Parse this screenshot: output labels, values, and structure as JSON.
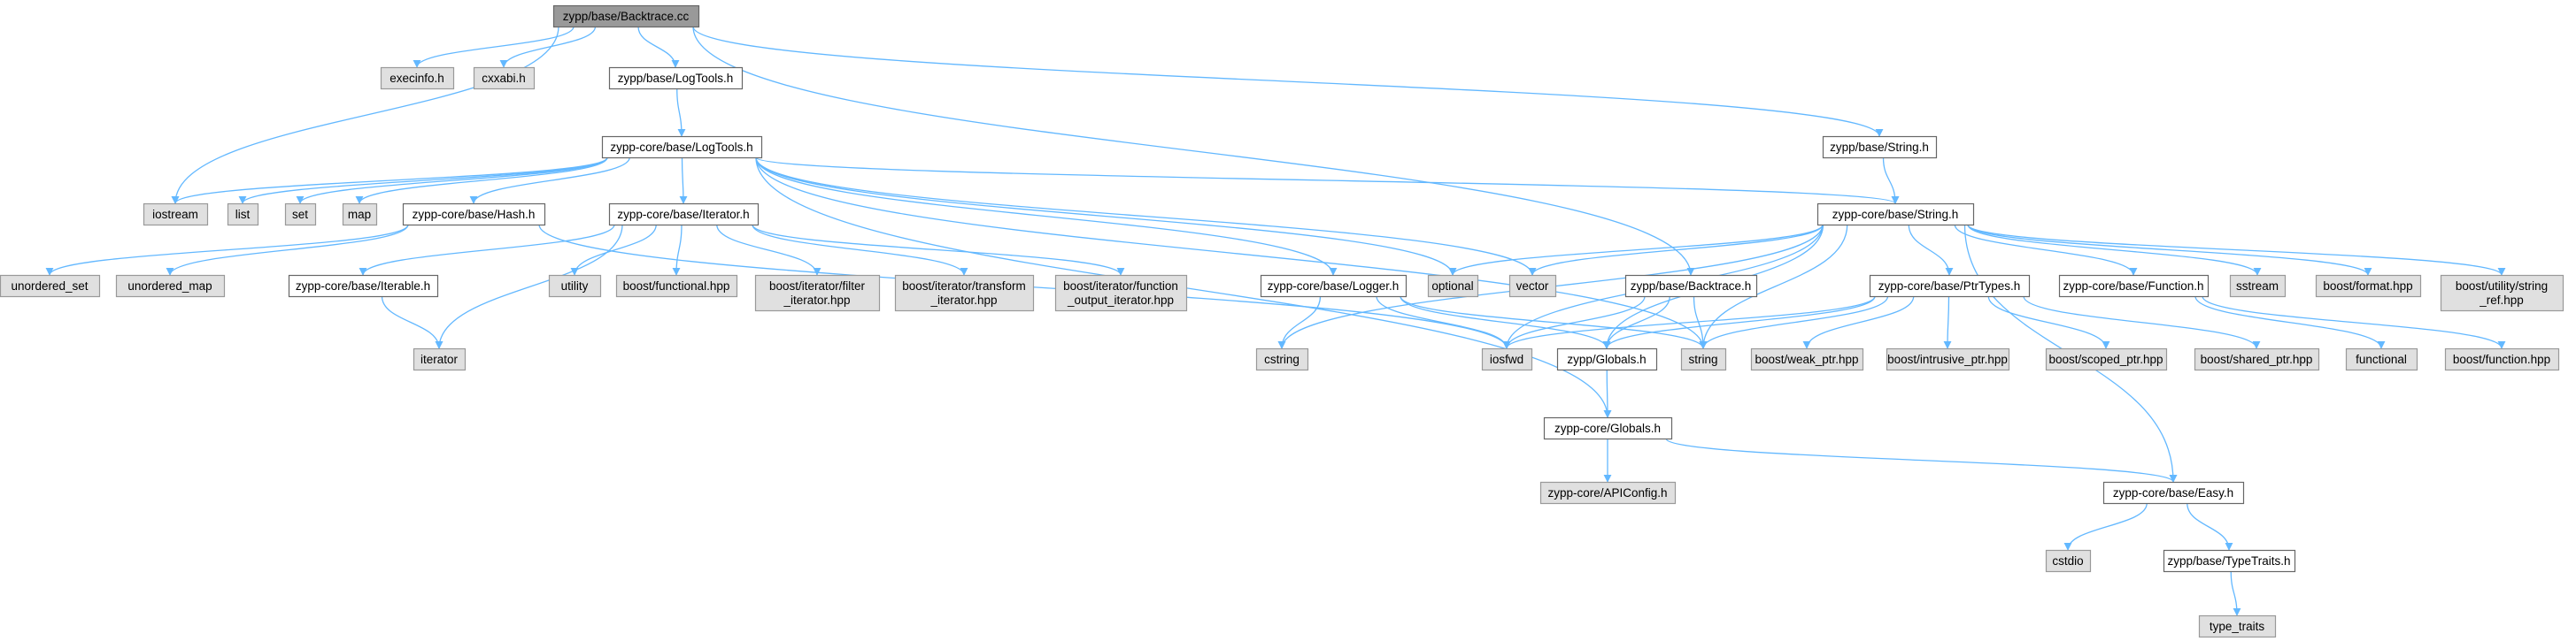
{
  "diagram": {
    "colors": {
      "edge": "#63b8ff",
      "external_fill": "#e0e0e0",
      "internal_fill": "#ffffff",
      "root_fill": "#999999",
      "border": "#999999"
    },
    "nodes": [
      {
        "id": "backtrace_cc",
        "label": [
          "zypp/base/Backtrace.cc"
        ],
        "kind": "root"
      },
      {
        "id": "execinfo",
        "label": [
          "execinfo.h"
        ],
        "kind": "external"
      },
      {
        "id": "cxxabi",
        "label": [
          "cxxabi.h"
        ],
        "kind": "external"
      },
      {
        "id": "logtools",
        "label": [
          "zypp/base/LogTools.h"
        ],
        "kind": "internal"
      },
      {
        "id": "core_logtools",
        "label": [
          "zypp-core/base/LogTools.h"
        ],
        "kind": "internal"
      },
      {
        "id": "string_h",
        "label": [
          "zypp/base/String.h"
        ],
        "kind": "internal"
      },
      {
        "id": "core_string",
        "label": [
          "zypp-core/base/String.h"
        ],
        "kind": "internal"
      },
      {
        "id": "iostream",
        "label": [
          "iostream"
        ],
        "kind": "external"
      },
      {
        "id": "list",
        "label": [
          "list"
        ],
        "kind": "external"
      },
      {
        "id": "set",
        "label": [
          "set"
        ],
        "kind": "external"
      },
      {
        "id": "map",
        "label": [
          "map"
        ],
        "kind": "external"
      },
      {
        "id": "core_hash",
        "label": [
          "zypp-core/base/Hash.h"
        ],
        "kind": "internal"
      },
      {
        "id": "core_iterator",
        "label": [
          "zypp-core/base/Iterator.h"
        ],
        "kind": "internal"
      },
      {
        "id": "unordered_set",
        "label": [
          "unordered_set"
        ],
        "kind": "external"
      },
      {
        "id": "unordered_map",
        "label": [
          "unordered_map"
        ],
        "kind": "external"
      },
      {
        "id": "core_iterable",
        "label": [
          "zypp-core/base/Iterable.h"
        ],
        "kind": "internal"
      },
      {
        "id": "utility",
        "label": [
          "utility"
        ],
        "kind": "external"
      },
      {
        "id": "boost_functional",
        "label": [
          "boost/functional.hpp"
        ],
        "kind": "external"
      },
      {
        "id": "boost_filter",
        "label": [
          "boost/iterator/filter",
          "_iterator.hpp"
        ],
        "kind": "external"
      },
      {
        "id": "boost_transform",
        "label": [
          "boost/iterator/transform",
          "_iterator.hpp"
        ],
        "kind": "external"
      },
      {
        "id": "boost_function_output",
        "label": [
          "boost/iterator/function",
          "_output_iterator.hpp"
        ],
        "kind": "external"
      },
      {
        "id": "core_logger",
        "label": [
          "zypp-core/base/Logger.h"
        ],
        "kind": "internal"
      },
      {
        "id": "optional",
        "label": [
          "optional"
        ],
        "kind": "external"
      },
      {
        "id": "vector",
        "label": [
          "vector"
        ],
        "kind": "external"
      },
      {
        "id": "backtrace_h",
        "label": [
          "zypp/base/Backtrace.h"
        ],
        "kind": "internal"
      },
      {
        "id": "core_ptrtypes",
        "label": [
          "zypp-core/base/PtrTypes.h"
        ],
        "kind": "internal"
      },
      {
        "id": "core_function",
        "label": [
          "zypp-core/base/Function.h"
        ],
        "kind": "internal"
      },
      {
        "id": "sstream",
        "label": [
          "sstream"
        ],
        "kind": "external"
      },
      {
        "id": "boost_format",
        "label": [
          "boost/format.hpp"
        ],
        "kind": "external"
      },
      {
        "id": "boost_string_ref",
        "label": [
          "boost/utility/string",
          "_ref.hpp"
        ],
        "kind": "external"
      },
      {
        "id": "iterator",
        "label": [
          "iterator"
        ],
        "kind": "external"
      },
      {
        "id": "cstring",
        "label": [
          "cstring"
        ],
        "kind": "external"
      },
      {
        "id": "iosfwd",
        "label": [
          "iosfwd"
        ],
        "kind": "external"
      },
      {
        "id": "globals_h",
        "label": [
          "zypp/Globals.h"
        ],
        "kind": "internal"
      },
      {
        "id": "string",
        "label": [
          "string"
        ],
        "kind": "external"
      },
      {
        "id": "boost_weak",
        "label": [
          "boost/weak_ptr.hpp"
        ],
        "kind": "external"
      },
      {
        "id": "boost_intrusive",
        "label": [
          "boost/intrusive_ptr.hpp"
        ],
        "kind": "external"
      },
      {
        "id": "boost_scoped",
        "label": [
          "boost/scoped_ptr.hpp"
        ],
        "kind": "external"
      },
      {
        "id": "boost_shared",
        "label": [
          "boost/shared_ptr.hpp"
        ],
        "kind": "external"
      },
      {
        "id": "functional",
        "label": [
          "functional"
        ],
        "kind": "external"
      },
      {
        "id": "boost_function",
        "label": [
          "boost/function.hpp"
        ],
        "kind": "external"
      },
      {
        "id": "core_globals",
        "label": [
          "zypp-core/Globals.h"
        ],
        "kind": "internal"
      },
      {
        "id": "apiconfig",
        "label": [
          "zypp-core/APIConfig.h"
        ],
        "kind": "external"
      },
      {
        "id": "core_easy",
        "label": [
          "zypp-core/base/Easy.h"
        ],
        "kind": "internal"
      },
      {
        "id": "cstdio",
        "label": [
          "cstdio"
        ],
        "kind": "external"
      },
      {
        "id": "typetraits",
        "label": [
          "zypp/base/TypeTraits.h"
        ],
        "kind": "internal"
      },
      {
        "id": "type_traits",
        "label": [
          "type_traits"
        ],
        "kind": "external"
      }
    ],
    "edges": [
      [
        "backtrace_cc",
        "execinfo"
      ],
      [
        "backtrace_cc",
        "cxxabi"
      ],
      [
        "backtrace_cc",
        "logtools"
      ],
      [
        "backtrace_cc",
        "iostream"
      ],
      [
        "backtrace_cc",
        "string_h"
      ],
      [
        "backtrace_cc",
        "backtrace_h"
      ],
      [
        "logtools",
        "core_logtools"
      ],
      [
        "string_h",
        "core_string"
      ],
      [
        "core_logtools",
        "iostream"
      ],
      [
        "core_logtools",
        "list"
      ],
      [
        "core_logtools",
        "set"
      ],
      [
        "core_logtools",
        "map"
      ],
      [
        "core_logtools",
        "core_hash"
      ],
      [
        "core_logtools",
        "core_iterator"
      ],
      [
        "core_logtools",
        "core_logger"
      ],
      [
        "core_logtools",
        "optional"
      ],
      [
        "core_logtools",
        "vector"
      ],
      [
        "core_logtools",
        "core_string"
      ],
      [
        "core_logtools",
        "string"
      ],
      [
        "core_logtools",
        "core_globals"
      ],
      [
        "core_hash",
        "unordered_set"
      ],
      [
        "core_hash",
        "unordered_map"
      ],
      [
        "core_hash",
        "iosfwd"
      ],
      [
        "core_iterator",
        "core_iterable"
      ],
      [
        "core_iterator",
        "iterator"
      ],
      [
        "core_iterator",
        "utility"
      ],
      [
        "core_iterator",
        "boost_functional"
      ],
      [
        "core_iterator",
        "boost_filter"
      ],
      [
        "core_iterator",
        "boost_transform"
      ],
      [
        "core_iterator",
        "boost_function_output"
      ],
      [
        "core_iterable",
        "iterator"
      ],
      [
        "core_logger",
        "cstring"
      ],
      [
        "core_logger",
        "iosfwd"
      ],
      [
        "core_logger",
        "string"
      ],
      [
        "core_logger",
        "globals_h"
      ],
      [
        "backtrace_h",
        "iosfwd"
      ],
      [
        "backtrace_h",
        "string"
      ],
      [
        "backtrace_h",
        "globals_h"
      ],
      [
        "core_string",
        "cstring"
      ],
      [
        "core_string",
        "optional"
      ],
      [
        "core_string",
        "vector"
      ],
      [
        "core_string",
        "iosfwd"
      ],
      [
        "core_string",
        "string"
      ],
      [
        "core_string",
        "core_ptrtypes"
      ],
      [
        "core_string",
        "core_function"
      ],
      [
        "core_string",
        "sstream"
      ],
      [
        "core_string",
        "boost_format"
      ],
      [
        "core_string",
        "boost_string_ref"
      ],
      [
        "core_string",
        "core_easy"
      ],
      [
        "core_string",
        "globals_h"
      ],
      [
        "core_ptrtypes",
        "iosfwd"
      ],
      [
        "core_ptrtypes",
        "string"
      ],
      [
        "core_ptrtypes",
        "boost_weak"
      ],
      [
        "core_ptrtypes",
        "boost_intrusive"
      ],
      [
        "core_ptrtypes",
        "boost_scoped"
      ],
      [
        "core_ptrtypes",
        "boost_shared"
      ],
      [
        "core_ptrtypes",
        "globals_h"
      ],
      [
        "core_function",
        "functional"
      ],
      [
        "core_function",
        "boost_function"
      ],
      [
        "globals_h",
        "core_globals"
      ],
      [
        "core_globals",
        "apiconfig"
      ],
      [
        "core_globals",
        "core_easy"
      ],
      [
        "core_easy",
        "cstdio"
      ],
      [
        "core_easy",
        "typetraits"
      ],
      [
        "typetraits",
        "type_traits"
      ]
    ]
  }
}
